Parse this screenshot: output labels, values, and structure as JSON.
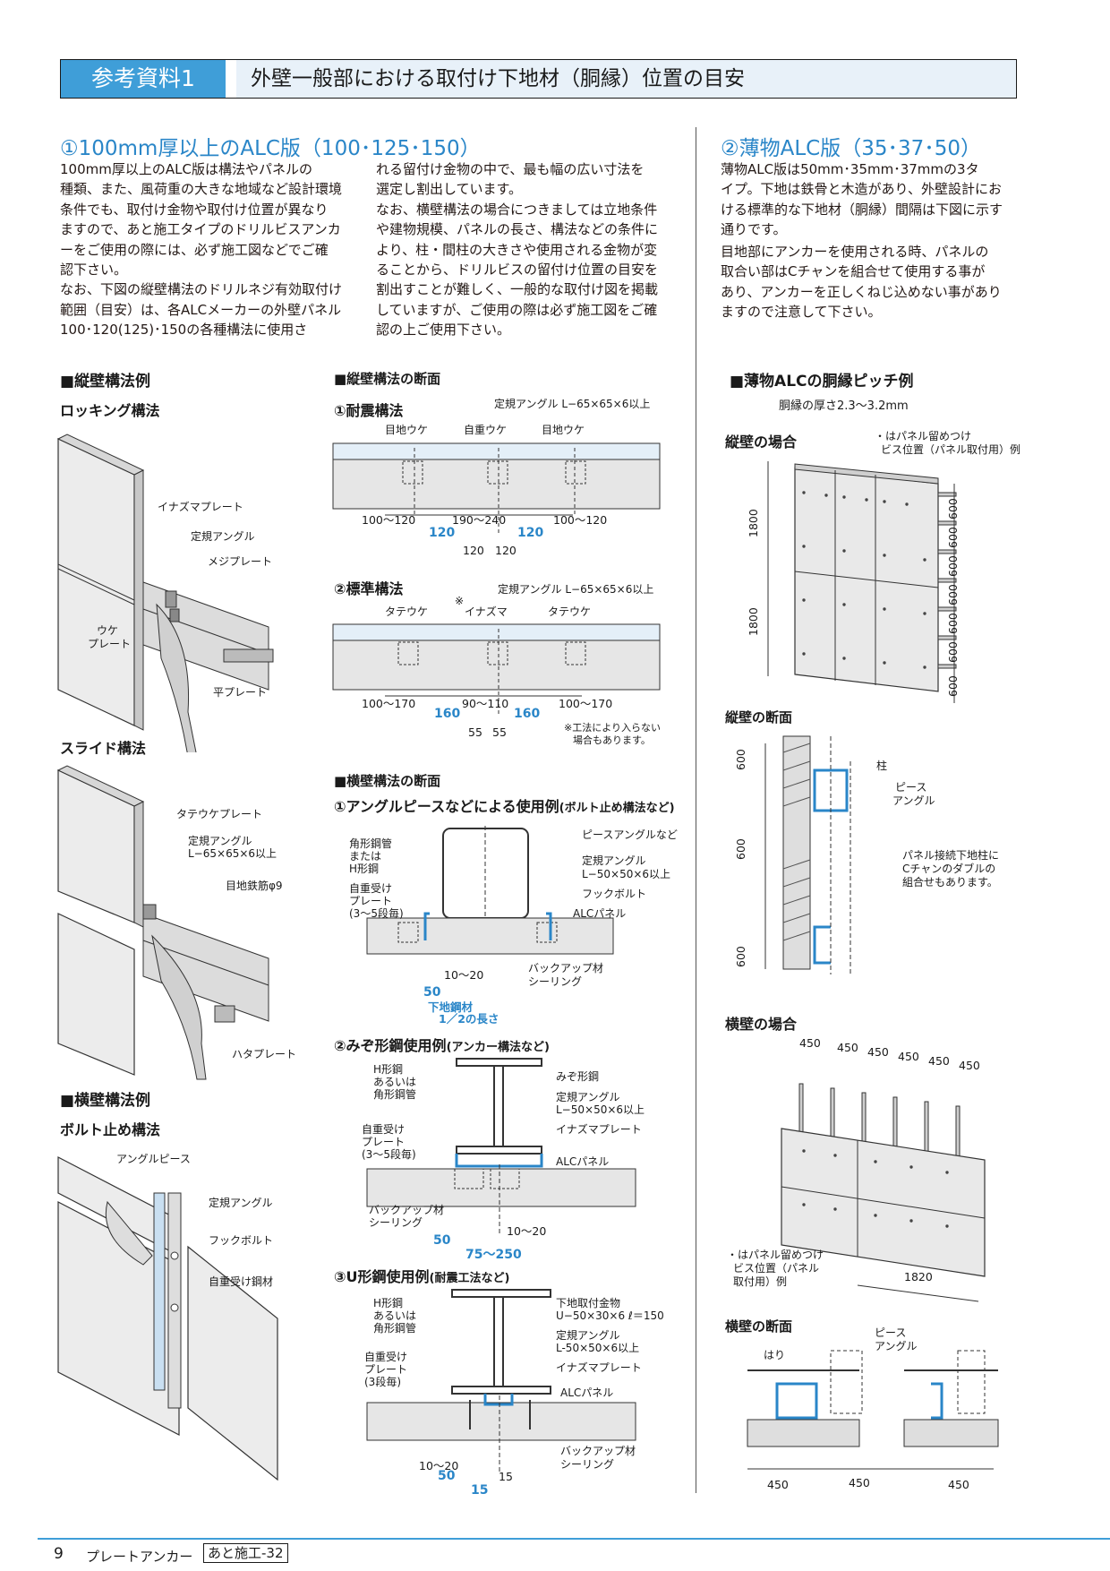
{
  "header": {
    "tag": "参考資料1",
    "title": "外壁一般部における取付け下地材（胴縁）位置の目安"
  },
  "section1": {
    "title": "①100mm厚以上のALC版（100･125･150）",
    "col1": [
      "100mm厚以上のALC版は構法やパネルの",
      "種類、また、風荷重の大きな地域など設計環境",
      "条件でも、取付け金物や取付け位置が異なり",
      "ますので、あと施工タイプのドリルビスアンカ",
      "ーをご使用の際には、必ず施工図などでご確",
      "認下さい。",
      "なお、下図の縦壁構法のドリルネジ有効取付け",
      "範囲（目安）は、各ALCメーカーの外壁パネル",
      "100･120(125)･150の各種構法に使用さ"
    ],
    "col2": [
      "れる留付け金物の中で、最も幅の広い寸法を",
      "選定し割出しています。",
      "なお、横壁構法の場合につきましては立地条件",
      "や建物規模、パネルの長さ、構法などの条件に",
      "より、柱・間柱の大きさや使用される金物が変",
      "ることから、ドリルビスの留付け位置の目安を",
      "割出すことが難しく、一般的な取付け図を掲載",
      "していますが、ご使用の際は必ず施工図をご確",
      "認の上ご使用下さい。"
    ]
  },
  "section2": {
    "title": "②薄物ALC版（35･37･50）",
    "para1": [
      "薄物ALC版は50mm･35mm･37mmの3タ",
      "イプ。下地は鉄骨と木造があり、外壁設計にお",
      "ける標準的な下地材（胴縁）間隔は下図に示す",
      "通りです。"
    ],
    "para2": [
      "目地部にアンカーを使用される時、パネルの",
      "取合い部はCチャンを組合せて使用する事が",
      "あり、アンカーを正しくねじ込めない事があり",
      "ますので注意して下さい。"
    ]
  },
  "fig_vertical": {
    "heading": "■縦壁構法例",
    "rocking": {
      "title": "ロッキング構法",
      "labels": [
        "イナズマプレート",
        "定規アングル",
        "メジプレート",
        "ウケ",
        "プレート",
        "平プレート"
      ]
    },
    "slide": {
      "title": "スライド構法",
      "labels": [
        "タテウケプレート",
        "定規アングル",
        "L−65×65×6以上",
        "目地鉄筋φ9",
        "ハタプレート"
      ]
    }
  },
  "fig_horizontal": {
    "heading": "■横壁構法例",
    "bolt": {
      "title": "ボルト止め構法",
      "labels": [
        "アングルピース",
        "定規アングル",
        "フックボルト",
        "自重受け鋼材"
      ]
    }
  },
  "fig_section_v": {
    "heading": "■縦壁構法の断面",
    "seismic": {
      "title": "①耐震構法",
      "angle": "定規アングル L−65×65×6以上",
      "top_labels": [
        "目地ウケ",
        "自重ウケ",
        "目地ウケ"
      ],
      "dims": [
        "100〜120",
        "190〜240",
        "100〜120",
        "120",
        "120"
      ],
      "dims_blue": [
        "120",
        "120"
      ]
    },
    "standard": {
      "title": "②標準構法",
      "angle": "定規アングル L−65×65×6以上",
      "mark": "※",
      "top_labels": [
        "タテウケ",
        "イナズマ",
        "タテウケ"
      ],
      "dims": [
        "100〜170",
        "90〜110",
        "100〜170",
        "55",
        "55"
      ],
      "dims_blue": [
        "160",
        "160"
      ],
      "note": [
        "※工法により入らない",
        "場合もあります。"
      ]
    }
  },
  "fig_section_h": {
    "heading": "■横壁構法の断面",
    "ex1": {
      "title": "①アングルピースなどによる使用例",
      "title_small": "(ボルト止め構法など)",
      "left": [
        "角形鋼管",
        "または",
        "H形鋼",
        "自重受け",
        "プレート",
        "(3〜5段毎)"
      ],
      "right": [
        "ピースアングルなど",
        "定規アングル",
        "L−50×50×6以上",
        "フックボルト",
        "ALCパネル"
      ],
      "bottom": [
        "10〜20",
        "バックアップ材",
        "シーリング"
      ],
      "blue": [
        "50",
        "下地鋼材",
        "1／2の長さ"
      ]
    },
    "ex2": {
      "title": "②みぞ形鋼使用例",
      "title_small": "(アンカー構法など)",
      "left": [
        "H形鋼",
        "あるいは",
        "角形鋼管",
        "自重受け",
        "プレート",
        "(3〜5段毎)",
        "バックアップ材",
        "シーリング"
      ],
      "right": [
        "みぞ形鋼",
        "定規アングル",
        "L−50×50×6以上",
        "イナズマプレート",
        "ALCパネル",
        "10〜20"
      ],
      "blue": [
        "50",
        "75〜250"
      ]
    },
    "ex3": {
      "title": "③U形鋼使用例",
      "title_small": "(耐震工法など)",
      "left": [
        "H形鋼",
        "あるいは",
        "角形鋼管",
        "自重受け",
        "プレート",
        "(3段毎)",
        "10〜20"
      ],
      "right": [
        "下地取付金物",
        "U−50×30×6 ℓ＝150",
        "定規アングル",
        "L-50×50×6以上",
        "イナズマプレート",
        "ALCパネル",
        "バックアップ材",
        "シーリング"
      ],
      "dims": [
        "15"
      ],
      "blue": [
        "50",
        "15"
      ]
    }
  },
  "fig_thin": {
    "heading": "■薄物ALCの胴縁ピッチ例",
    "thickness": "胴縁の厚さ2.3〜3.2mm",
    "vertical": {
      "title": "縦壁の場合",
      "note": [
        "・はパネル留めつけ",
        "ビス位置（パネル取付用）例"
      ],
      "dims_left": [
        "1800",
        "1800"
      ],
      "dims_right": [
        "600",
        "600",
        "600",
        "600",
        "600",
        "600",
        "600"
      ]
    },
    "v_section": {
      "title": "縦壁の断面",
      "labels": [
        "柱",
        "ピース",
        "アングル"
      ],
      "note": [
        "パネル接続下地柱に",
        "Cチャンのダブルの",
        "組合せもあります。"
      ],
      "dims": [
        "600",
        "600",
        "600"
      ]
    },
    "horizontal": {
      "title": "横壁の場合",
      "dims_top": [
        "450",
        "450",
        "450",
        "450",
        "450",
        "450"
      ],
      "note": [
        "・はパネル留めつけ",
        "ビス位置（パネル",
        "取付用）例"
      ],
      "dim_bottom": "1820"
    },
    "h_section": {
      "title": "横壁の断面",
      "labels": [
        "はり",
        "ピース",
        "アングル"
      ],
      "dims": [
        "450",
        "450",
        "450"
      ]
    }
  },
  "footer": {
    "page": "9",
    "name": "プレートアンカー",
    "box": "あと施工-32"
  },
  "colors": {
    "accent": "#3f9ed8",
    "accent_text": "#2a86c8",
    "header_bg": "#e8f1f9",
    "panel": "#e9e9e9"
  }
}
